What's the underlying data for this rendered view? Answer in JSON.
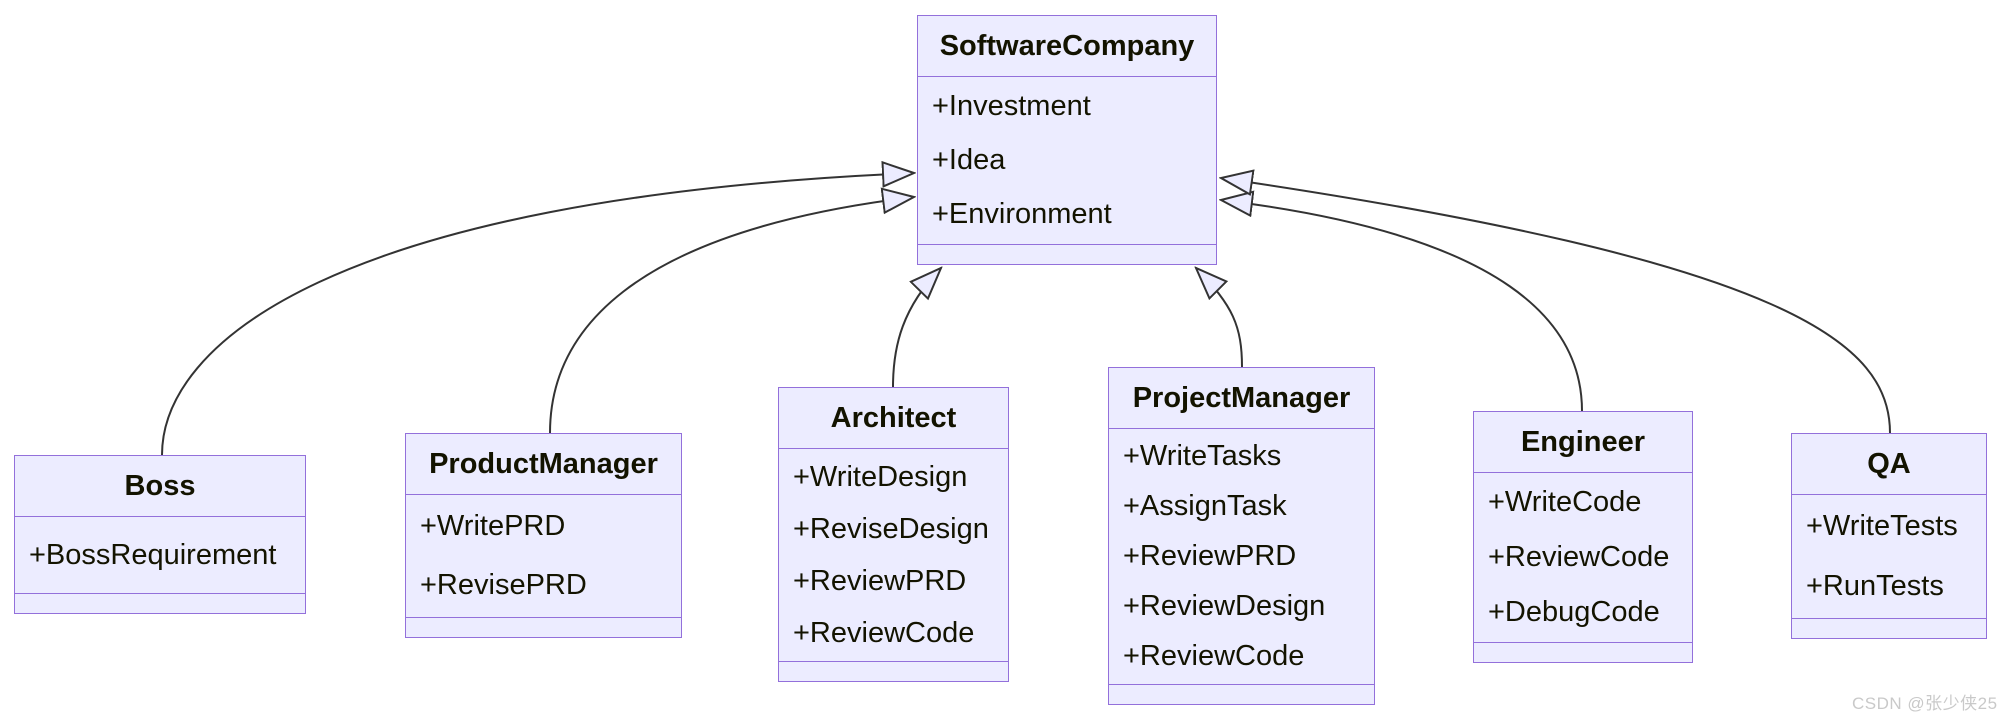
{
  "diagram": {
    "type": "uml-class-diagram",
    "classes": {
      "software_company": {
        "name": "SoftwareCompany",
        "members": [
          "+Investment",
          "+Idea",
          "+Environment"
        ]
      },
      "boss": {
        "name": "Boss",
        "members": [
          "+BossRequirement"
        ]
      },
      "product_manager": {
        "name": "ProductManager",
        "members": [
          "+WritePRD",
          "+RevisePRD"
        ]
      },
      "architect": {
        "name": "Architect",
        "members": [
          "+WriteDesign",
          "+ReviseDesign",
          "+ReviewPRD",
          "+ReviewCode"
        ]
      },
      "project_manager": {
        "name": "ProjectManager",
        "members": [
          "+WriteTasks",
          "+AssignTask",
          "+ReviewPRD",
          "+ReviewDesign",
          "+ReviewCode"
        ]
      },
      "engineer": {
        "name": "Engineer",
        "members": [
          "+WriteCode",
          "+ReviewCode",
          "+DebugCode"
        ]
      },
      "qa": {
        "name": "QA",
        "members": [
          "+WriteTests",
          "+RunTests"
        ]
      }
    },
    "relations": [
      {
        "from": "Boss",
        "to": "SoftwareCompany",
        "type": "inheritance"
      },
      {
        "from": "ProductManager",
        "to": "SoftwareCompany",
        "type": "inheritance"
      },
      {
        "from": "Architect",
        "to": "SoftwareCompany",
        "type": "inheritance"
      },
      {
        "from": "ProjectManager",
        "to": "SoftwareCompany",
        "type": "inheritance"
      },
      {
        "from": "Engineer",
        "to": "SoftwareCompany",
        "type": "inheritance"
      },
      {
        "from": "QA",
        "to": "SoftwareCompany",
        "type": "inheritance"
      }
    ]
  },
  "colors": {
    "node_fill": "#ECECFF",
    "node_border": "#9370DB",
    "edge_color": "#333333",
    "text_color": "#131300"
  },
  "watermark": "CSDN @张少侠25"
}
